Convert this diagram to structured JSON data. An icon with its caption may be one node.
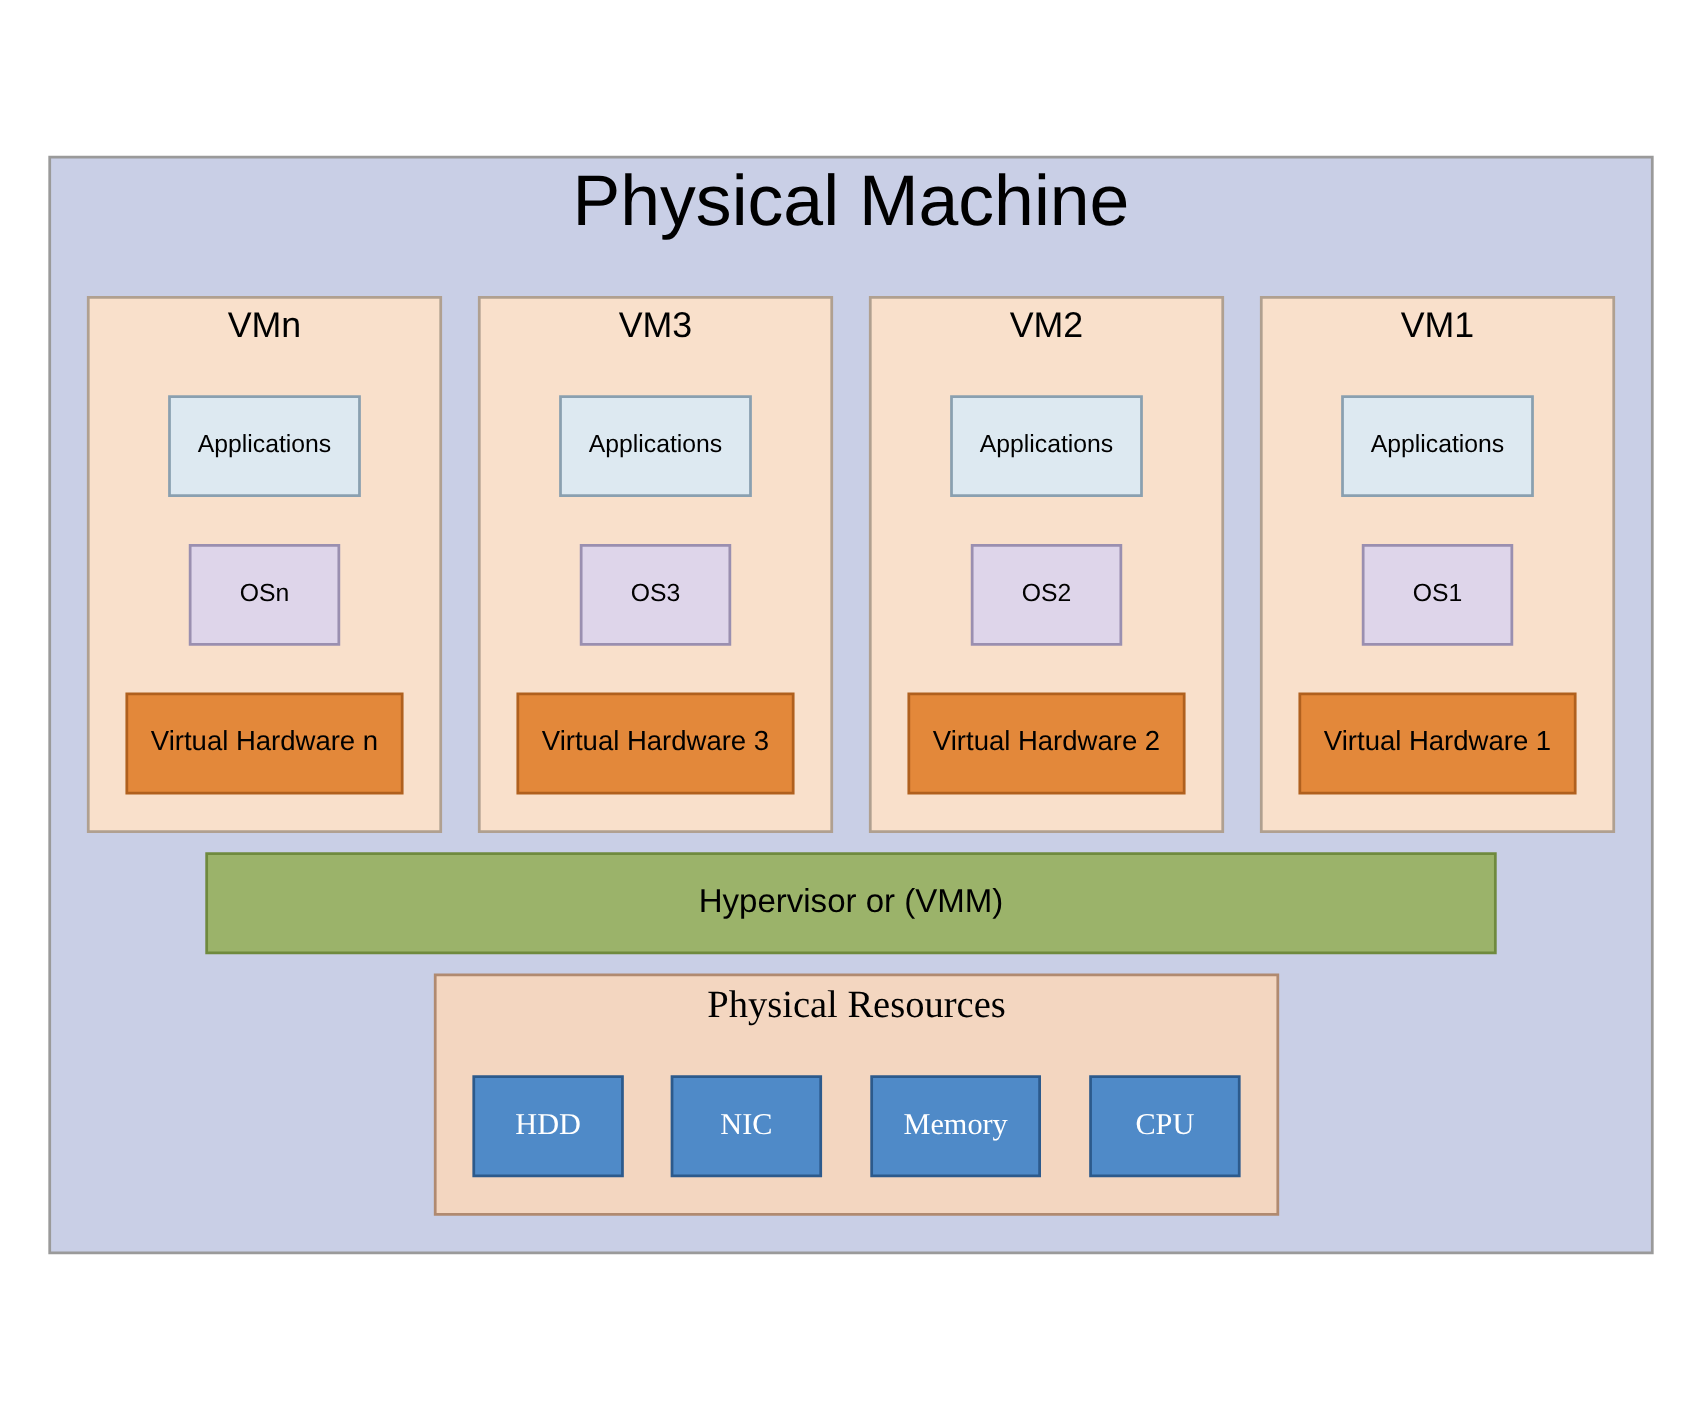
{
  "diagram": {
    "nodes": [
      {
        "text": [
          "Physical Machine"
        ]
      },
      {
        "text": [
          "VM1"
        ],
        "in": 0
      },
      {
        "text": [
          "Applications"
        ],
        "in": 1
      },
      {
        "text": [
          "OS1"
        ],
        "in": 1
      },
      {
        "text": [
          "Virtual Hardware 1"
        ],
        "in": 1
      },
      {
        "text": [
          "VM2"
        ],
        "in": 0
      },
      {
        "text": [
          "Applications"
        ],
        "in": 5
      },
      {
        "text": [
          "OS2"
        ],
        "in": 5
      },
      {
        "text": [
          "Virtual Hardware 2"
        ],
        "in": 5
      },
      {
        "text": [
          "VM3"
        ],
        "in": 0
      },
      {
        "text": [
          "Applications"
        ],
        "in": 9
      },
      {
        "text": [
          "OS3"
        ],
        "in": 9
      },
      {
        "text": [
          "Virtual Hardware 3"
        ],
        "in": 9
      },
      {
        "text": [
          "VMn"
        ],
        "in": 0
      },
      {
        "text": [
          "Applications"
        ],
        "in": 13
      },
      {
        "text": [
          "OSn"
        ],
        "in": 13
      },
      {
        "text": [
          "Virtual Hardware n"
        ],
        "in": 13
      },
      {
        "text": [
          "Hypervisor or (VMM)"
        ],
        "in": 0
      },
      {
        "text": [
          "Physical Resources"
        ],
        "in": 0
      },
      {
        "text": [
          "CPU"
        ],
        "in": 18
      },
      {
        "text": [
          "Memory"
        ],
        "in": 18
      },
      {
        "text": [
          "NIC"
        ],
        "in": 18
      },
      {
        "text": [
          "HDD"
        ],
        "in": 18
      }
    ]
  }
}
